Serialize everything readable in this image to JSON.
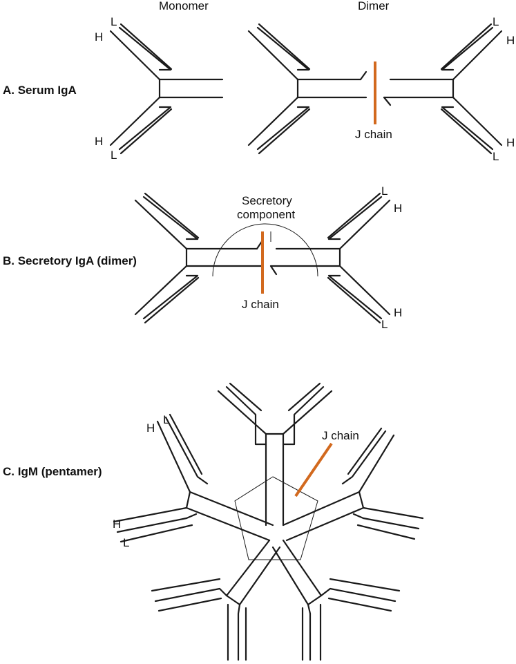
{
  "header": {
    "monomer": "Monomer",
    "dimer": "Dimer"
  },
  "section_a": {
    "title": "A. Serum IgA",
    "chain_labels": {
      "h": "H",
      "l": "L"
    },
    "j_chain": "J chain"
  },
  "section_b": {
    "title": "B. Secretory IgA (dimer)",
    "secretory_line1": "Secretory",
    "secretory_line2": "component",
    "j_chain": "J chain",
    "chain_labels": {
      "h": "H",
      "l": "L"
    }
  },
  "section_c": {
    "title": "C. IgM (pentamer)",
    "j_chain": "J chain",
    "chain_labels": {
      "h": "H",
      "l": "L"
    }
  },
  "colors": {
    "ink": "#1a1a1a",
    "j_chain": "#d2691e",
    "background": "#ffffff"
  }
}
